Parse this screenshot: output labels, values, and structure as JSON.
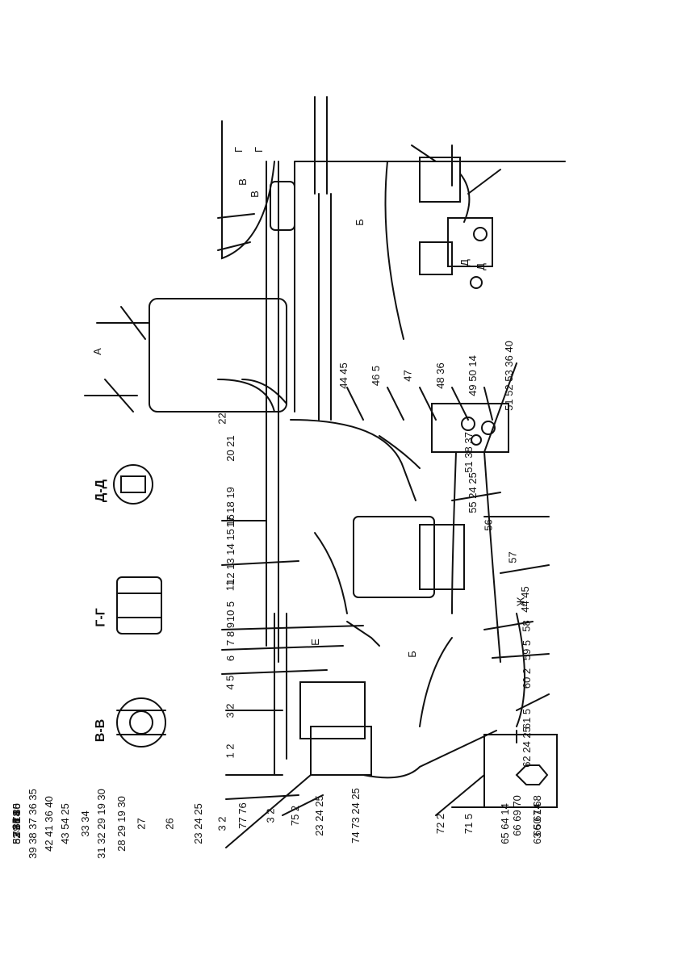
{
  "colors": {
    "line": "#111111",
    "background": "#ffffff"
  },
  "view_labels": [
    "А",
    "Б",
    "В",
    "В",
    "Г",
    "Г",
    "Д",
    "Д",
    "Е",
    "Б",
    "Ж"
  ],
  "section_captions": [
    "В-В",
    "Г-Г",
    "Д-Д"
  ],
  "callouts": [
    "1 2",
    "3 2",
    "4 5",
    "6",
    "7 8 9",
    "10 5",
    "11",
    "12 13 14 15 16",
    "17 18 19",
    "20 21",
    "22",
    "44 45",
    "46 5",
    "47",
    "48 36",
    "49 50 14",
    "51 52 53 36 40",
    "51 38 37",
    "55 24 25",
    "56",
    "57",
    "44 45",
    "58",
    "59 5",
    "60 2",
    "61 5",
    "62 24 25",
    "63 50 14",
    "65 64 14",
    "71 5",
    "72 2",
    "66 67 68",
    "66 69 70",
    "74 73 24 25",
    "23 24 25",
    "75 2",
    "3 2",
    "77 76",
    "3 2",
    "23 24 25",
    "26",
    "27",
    "28 29 19 30",
    "31 32 29 19 30",
    "33 34",
    "43 54 25",
    "42 41 36 40",
    "39 38 37 36 35",
    "82 81 80",
    "79 78",
    "84",
    "83 14",
    "85",
    "53 36 86",
    "52 38 35"
  ]
}
